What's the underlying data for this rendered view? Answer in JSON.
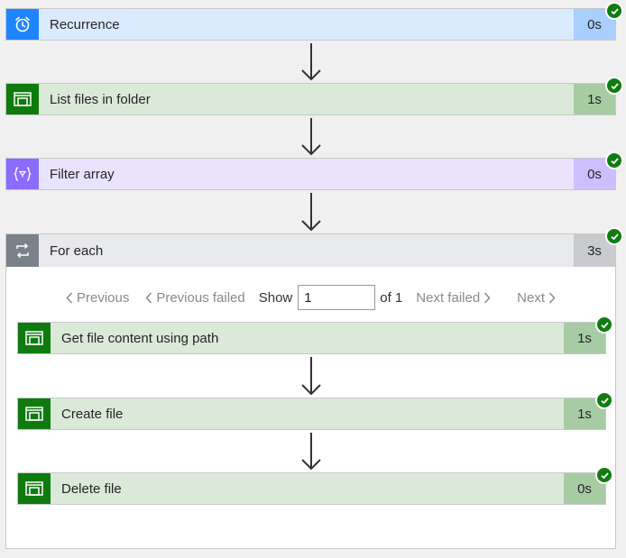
{
  "steps": [
    {
      "title": "Recurrence",
      "duration": "0s"
    },
    {
      "title": "List files in folder",
      "duration": "1s"
    },
    {
      "title": "Filter array",
      "duration": "0s"
    }
  ],
  "foreach": {
    "title": "For each",
    "duration": "3s",
    "pager": {
      "previous": "Previous",
      "previous_failed": "Previous failed",
      "show_label": "Show",
      "current": "1",
      "of_label": "of 1",
      "next_failed": "Next failed",
      "next": "Next"
    },
    "actions": [
      {
        "title": "Get file content using path",
        "duration": "1s"
      },
      {
        "title": "Create file",
        "duration": "1s"
      },
      {
        "title": "Delete file",
        "duration": "0s"
      }
    ]
  },
  "colors": {
    "recurrence_accent": "#1f85ff",
    "recurrence_bg": "#dbebff",
    "recurrence_dur_bg": "#a9cfff",
    "sharepoint_accent": "#0f7b0f",
    "sharepoint_bg": "#dbe9d9",
    "sharepoint_dur_bg": "#a7cca4",
    "filter_accent": "#8c6cff",
    "filter_bg": "#e9e3ff",
    "filter_dur_bg": "#cdbfff",
    "foreach_accent": "#7b818a",
    "foreach_bg": "#e8e9ec",
    "foreach_dur_bg": "#c9cbcf",
    "success": "#107c10"
  },
  "icons": {
    "recurrence": "alarm-clock-icon",
    "sharepoint": "sharepoint-folder-icon",
    "filter": "filter-braces-icon",
    "foreach": "loop-icon",
    "status": "check-circle-icon"
  }
}
